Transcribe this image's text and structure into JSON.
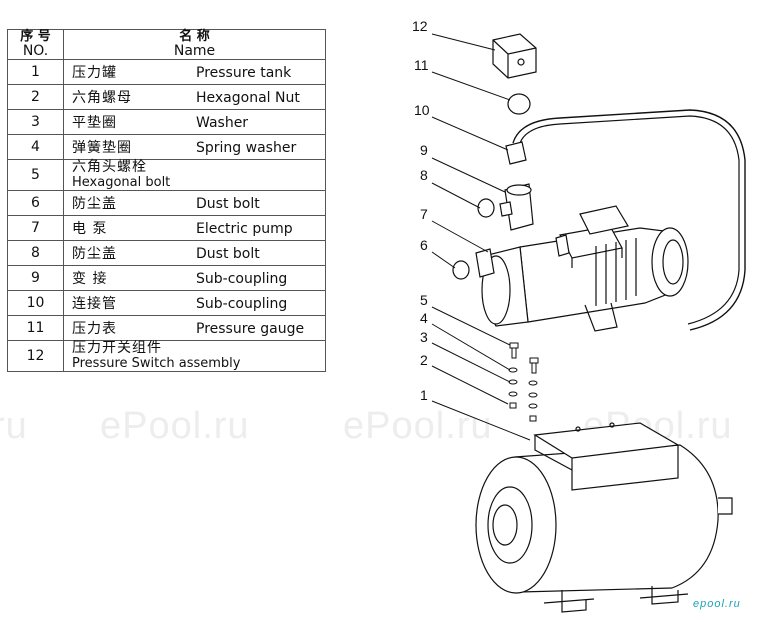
{
  "table": {
    "header": {
      "no_zh": "序 号",
      "no_en": "NO.",
      "name_zh": "名 称",
      "name_en": "Name"
    },
    "rows": [
      {
        "no": "1",
        "zh": "压力罐",
        "en": "Pressure tank"
      },
      {
        "no": "2",
        "zh": "六角螺母",
        "en": "Hexagonal Nut"
      },
      {
        "no": "3",
        "zh": "平垫圈",
        "en": "Washer"
      },
      {
        "no": "4",
        "zh": "弹簧垫圈",
        "en": "Spring washer"
      },
      {
        "no": "5",
        "zh": "六角头螺栓",
        "en": "Hexagonal bolt"
      },
      {
        "no": "6",
        "zh": "防尘盖",
        "en": "Dust bolt"
      },
      {
        "no": "7",
        "zh": "电 泵",
        "en": "Electric pump"
      },
      {
        "no": "8",
        "zh": "防尘盖",
        "en": "Dust bolt"
      },
      {
        "no": "9",
        "zh": "变 接",
        "en": "Sub-coupling"
      },
      {
        "no": "10",
        "zh": "连接管",
        "en": "Sub-coupling"
      },
      {
        "no": "11",
        "zh": "压力表",
        "en": "Pressure gauge"
      },
      {
        "no": "12",
        "zh": "压力开关组件",
        "en": "Pressure Switch assembly"
      }
    ]
  },
  "callouts": [
    "12",
    "11",
    "10",
    "9",
    "8",
    "7",
    "6",
    "5",
    "4",
    "3",
    "2",
    "1"
  ],
  "watermark": "ePool.ru",
  "watermark_partial": "ru",
  "brand": "epool.ru"
}
